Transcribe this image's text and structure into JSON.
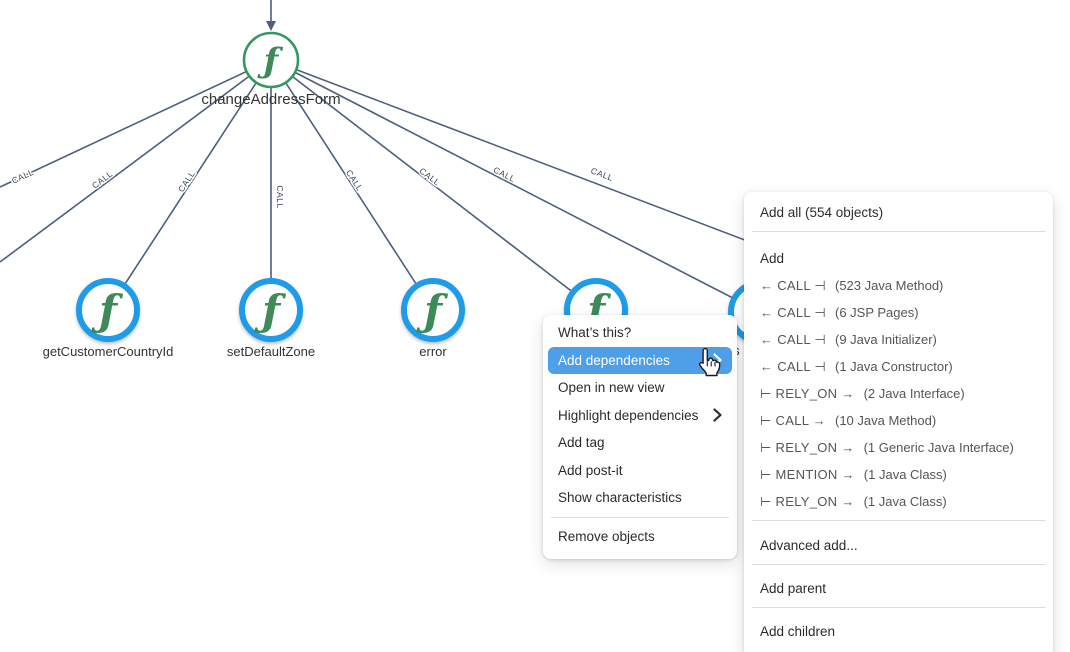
{
  "colors": {
    "edge": "#4c5f7d",
    "edge-label": "#3a4656",
    "top-node-ring": "#33985f",
    "node-ring": "#1e9be9",
    "glyph-green": "#3e8a59",
    "node-label": "#333333",
    "menu-highlight": "#4f9ee8",
    "menu-text": "#2b2b2b",
    "row-text": "#555555",
    "divider": "#dddddd"
  },
  "graph": {
    "glyph": "ƒ",
    "top_node": {
      "label": "changeAddressForm"
    },
    "nodes": [
      {
        "label": "getCustomerCountryId"
      },
      {
        "label": "setDefaultZone"
      },
      {
        "label": "error"
      },
      {
        "label": ""
      },
      {
        "label": "is"
      }
    ],
    "edges": [
      {
        "label": "CALL"
      },
      {
        "label": "CALL"
      },
      {
        "label": "CALL"
      },
      {
        "label": "CALL"
      },
      {
        "label": "CALL"
      },
      {
        "label": "CALL"
      },
      {
        "label": "CALL"
      },
      {
        "label": "CALL"
      }
    ]
  },
  "context_menu": {
    "items": {
      "whats_this": "What’s this?",
      "add_dependencies": "Add dependencies",
      "open_in_new_view": "Open in new view",
      "highlight_dependencies": "Highlight dependencies",
      "add_tag": "Add tag",
      "add_post_it": "Add post-it",
      "show_characteristics": "Show characteristics",
      "remove_objects": "Remove objects"
    }
  },
  "submenu": {
    "add_all": "Add all (554 objects)",
    "add_header": "Add",
    "rows": [
      {
        "relation": "← CALL ⊣",
        "objects": "(523 Java Method)"
      },
      {
        "relation": "← CALL ⊣",
        "objects": "(6 JSP Pages)"
      },
      {
        "relation": "← CALL ⊣",
        "objects": "(9 Java Initializer)"
      },
      {
        "relation": "← CALL ⊣",
        "objects": "(1 Java Constructor)"
      },
      {
        "relation": "⊢ RELY_ON →",
        "objects": "(2 Java Interface)"
      },
      {
        "relation": "⊢ CALL →",
        "objects": "(10 Java Method)"
      },
      {
        "relation": "⊢ RELY_ON →",
        "objects": "(1 Generic Java Interface)"
      },
      {
        "relation": "⊢ MENTION →",
        "objects": "(1 Java Class)"
      },
      {
        "relation": "⊢ RELY_ON →",
        "objects": "(1 Java Class)"
      }
    ],
    "advanced_add": "Advanced add...",
    "add_parent": "Add parent",
    "add_children": "Add children"
  }
}
